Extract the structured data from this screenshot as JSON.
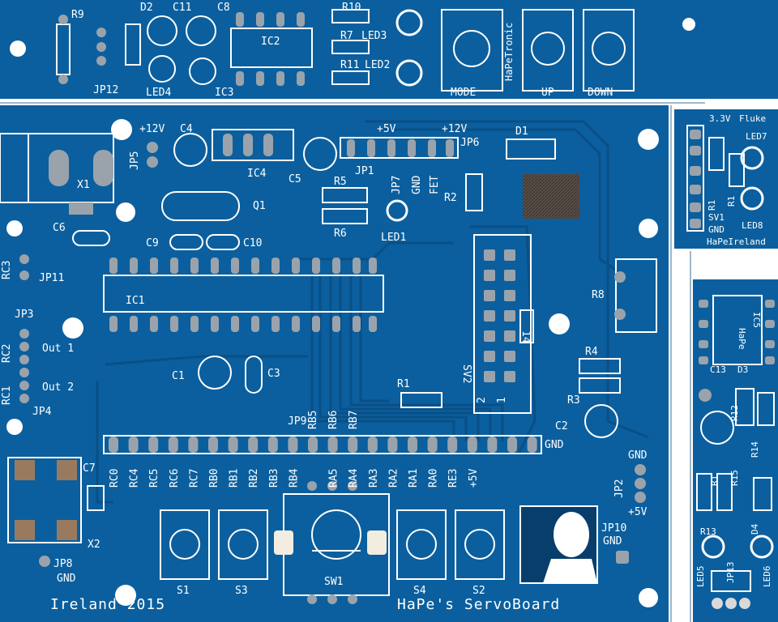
{
  "board": {
    "title": "HaPe's ServoBoard",
    "footer_left": "Ireland 2015",
    "colors": {
      "board": "#0b5f9e",
      "edge": "#0a4f86",
      "silk": "#ffffff",
      "pad": "#9aa3ab",
      "trace": "#0c568f",
      "background": "#ffffff"
    }
  },
  "top_strip": {
    "labels": [
      "R9",
      "D2",
      "C11",
      "C8",
      "R10",
      "R7",
      "LED3",
      "R11",
      "LED2",
      "IC2",
      "JP12",
      "LED4",
      "IC3",
      "MODE",
      "UP",
      "DOWN"
    ],
    "brand": "HaPeTronic"
  },
  "main": {
    "labels": {
      "plus12v_a": "+12V",
      "c4": "C4",
      "jp5": "JP5",
      "x1": "X1",
      "ic4": "IC4",
      "c5": "C5",
      "q1": "Q1",
      "r5": "R5",
      "r6": "R6",
      "plus5v": "+5V",
      "plus12v_b": "+12V",
      "d1": "D1",
      "jp6": "JP6",
      "jp1": "JP1",
      "jp7": "JP7",
      "gnd_a": "GND",
      "fet": "FET",
      "r2": "R2",
      "led1": "LED1",
      "c6": "C6",
      "c9": "C9",
      "c10": "C10",
      "ic1": "IC1",
      "rc3": "RC3",
      "jp11": "JP11",
      "jp3": "JP3",
      "rc2": "RC2",
      "out1": "Out 1",
      "rc1": "RC1",
      "out2": "Out 2",
      "jp4": "JP4",
      "c1": "C1",
      "c3": "C3",
      "sv2": "SV2",
      "num14": "14",
      "num2": "2",
      "num1": "1",
      "r8": "R8",
      "r4": "R4",
      "r3": "R3",
      "c2": "C2",
      "r1": "R1",
      "jp9": "JP9",
      "gnd_b": "GND",
      "rb5": "RB5",
      "rb6": "RB6",
      "rb7": "RB7",
      "c7": "C7",
      "x2": "X2",
      "jp8": "JP8",
      "gnd_c": "GND",
      "jp2": "JP2",
      "gnd_d": "GND",
      "plus5v_b": "+5V",
      "jp10": "JP10",
      "gnd_e": "GND",
      "s1": "S1",
      "s3": "S3",
      "sw1": "SW1",
      "s4": "S4",
      "s2": "S2"
    },
    "header_row": [
      "RC0",
      "RC4",
      "RC5",
      "RC6",
      "RC7",
      "RB0",
      "RB1",
      "RB2",
      "RB3",
      "RB4",
      "",
      "RA5",
      "RA4",
      "RA3",
      "RA2",
      "RA1",
      "RA0",
      "RE3",
      "+5V"
    ]
  },
  "right_top": {
    "labels": [
      "3.3V",
      "Fluke",
      "LED7",
      "R1",
      "R1",
      "SV1",
      "GND",
      "LED8",
      "HaPeIreland"
    ]
  },
  "right_bottom": {
    "labels": [
      "IC5",
      "HaPe",
      "C13",
      "D3",
      "R12",
      "R14",
      "R1",
      "R15",
      "R13",
      "D4",
      "LED5",
      "JP13",
      "LED6"
    ]
  }
}
